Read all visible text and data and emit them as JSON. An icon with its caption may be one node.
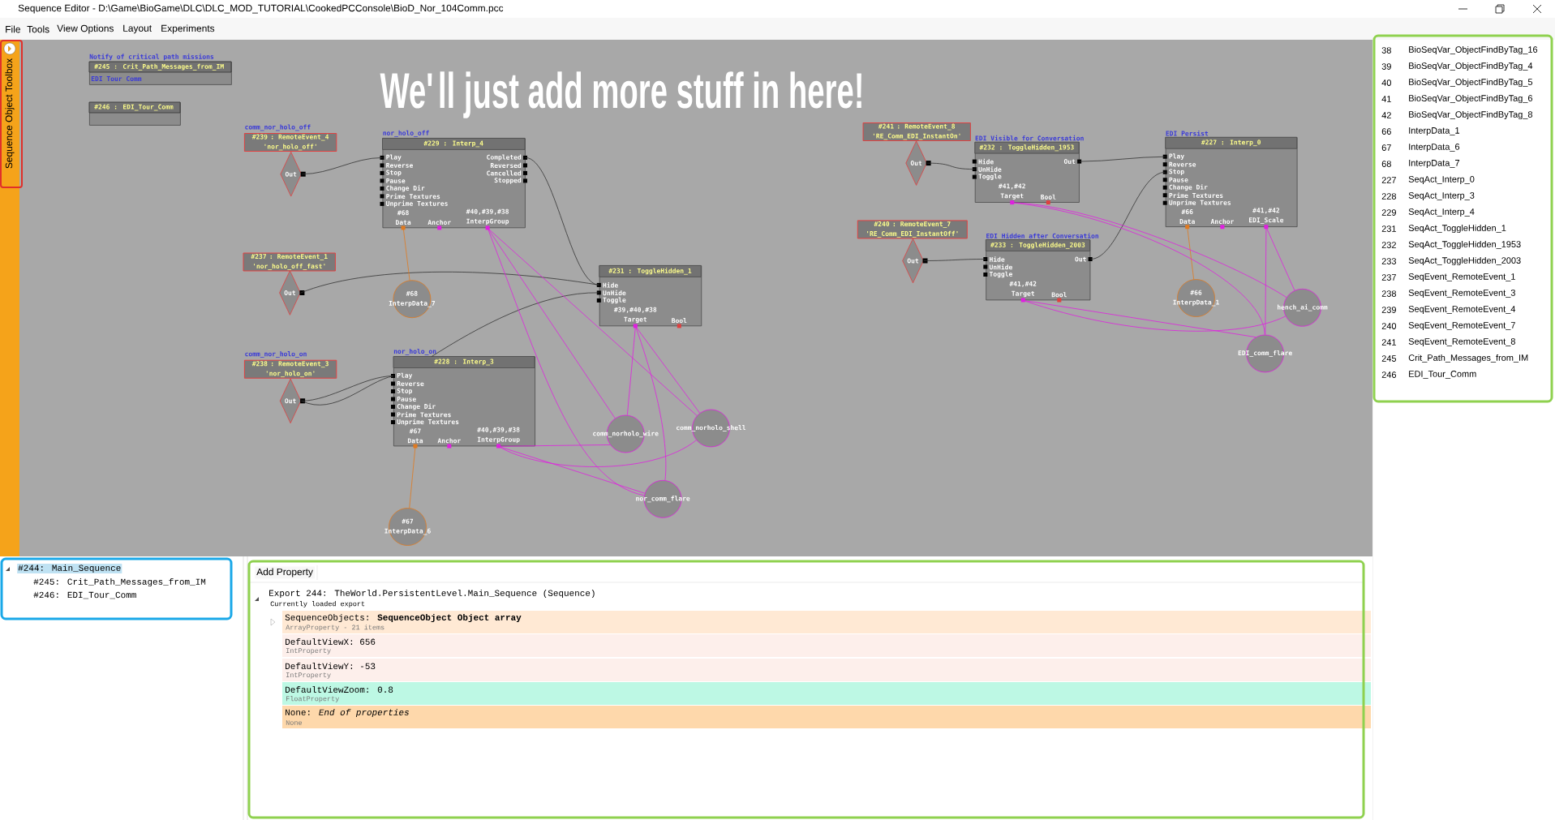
{
  "diagram": {
    "title": "Sequence Editor - D:\\Game\\BioGame\\DLC\\DLC_MOD_TUTORIAL\\CookedPCConsole\\BioD_Nor_104Comm.pcc",
    "nodes": [
      {
        "text": [
          "Notify of critical path missions",
          "#245 : Crit_Path_Messages_from_IM",
          "EDI Tour Comm"
        ]
      },
      {
        "text": [
          "#246 : EDI_Tour_Comm"
        ]
      },
      {
        "text": [
          "comm_nor_holo_off",
          "#239 : RemoteEvent_4 'nor_holo_off'"
        ]
      },
      {
        "text": [
          "Out"
        ]
      },
      {
        "text": [
          "nor_holo_off",
          "#229 : Interp_4",
          "Play",
          "Reverse",
          "Stop",
          "Pause",
          "Change Dir",
          "Prime Textures",
          "Unprime Textures",
          "Completed",
          "Reversed",
          "Cancelled",
          "Stopped",
          "#68 Data",
          "Anchor",
          "#40,#39,#38 InterpGroup"
        ]
      },
      {
        "text": [
          "#237 : RemoteEvent_1 'nor_holo_off_fast'"
        ]
      },
      {
        "text": [
          "Out"
        ]
      },
      {
        "text": [
          "#68 InterpData_7"
        ]
      },
      {
        "text": [
          "#231 : ToggleHidden_1",
          "Hide",
          "UnHide",
          "Toggle",
          "#39,#40,#38 Target",
          "Bool"
        ]
      },
      {
        "text": [
          "comm_nor_holo_on",
          "#238 : RemoteEvent_3 'nor_holo_on'"
        ]
      },
      {
        "text": [
          "Out"
        ]
      },
      {
        "text": [
          "nor_holo_on",
          "#228 : Interp_3",
          "Play",
          "Reverse",
          "Stop",
          "Pause",
          "Change Dir",
          "Prime Textures",
          "Unprime Textures",
          "#67 Data",
          "Anchor",
          "#40,#39,#38 InterpGroup"
        ]
      },
      {
        "text": [
          "comm_norholo_wire"
        ]
      },
      {
        "text": [
          "comm_norholo_shell"
        ]
      },
      {
        "text": [
          "#67 InterpData_6"
        ]
      },
      {
        "text": [
          "nor_comm_flare"
        ]
      },
      {
        "text": [
          "#241 : RemoteEvent_8 'RE_Comm_EDI_InstantOn'"
        ]
      },
      {
        "text": [
          "Out"
        ]
      },
      {
        "text": [
          "EDI Visible for Conversation",
          "#232 : ToggleHidden_1953",
          "Hide",
          "UnHide",
          "Toggle",
          "Out",
          "#41,#42 Target",
          "Bool"
        ]
      },
      {
        "text": [
          "EDI Persist",
          "#227 : Interp_0",
          "Play",
          "Reverse",
          "Stop",
          "Pause",
          "Change Dir",
          "Prime Textures",
          "Unprime Textures",
          "#66 Data",
          "Anchor",
          "#41,#42 EDI_Scale"
        ]
      },
      {
        "text": [
          "#240 : RemoteEvent_7 'RE_Comm_EDI_InstantOff'"
        ]
      },
      {
        "text": [
          "Out"
        ]
      },
      {
        "text": [
          "EDI Hidden after Conversation",
          "#233 : ToggleHidden_2003",
          "Hide",
          "UnHide",
          "Toggle",
          "Out",
          "#41,#42 Target",
          "Bool"
        ]
      },
      {
        "text": [
          "#66 InterpData_1"
        ]
      },
      {
        "text": [
          "hench_ai_comm"
        ]
      },
      {
        "text": [
          "EDI_comm_flare"
        ]
      }
    ],
    "edges": [
      {
        "from": 3,
        "to": 4,
        "arrow": "none",
        "color": "#333333"
      },
      {
        "from": 4,
        "to": 8,
        "arrow": "none",
        "color": "#333333"
      },
      {
        "from": 6,
        "to": 8,
        "arrow": "none",
        "color": "#333333"
      },
      {
        "from": 10,
        "to": 11,
        "arrow": "none",
        "color": "#333333"
      },
      {
        "from": 10,
        "to": 11,
        "arrow": "none",
        "color": "#333333"
      },
      {
        "from": 11,
        "to": 8,
        "arrow": "none",
        "color": "#333333"
      },
      {
        "from": 4,
        "to": 7,
        "arrow": "none",
        "color": "#e07a20"
      },
      {
        "from": 11,
        "to": 14,
        "arrow": "none",
        "color": "#e07a20"
      },
      {
        "from": 4,
        "to": 12,
        "arrow": "none"
      },
      {
        "from": 4,
        "to": 15,
        "arrow": "none"
      },
      {
        "from": 4,
        "to": 13,
        "arrow": "none"
      },
      {
        "from": 8,
        "to": 12,
        "arrow": "none"
      },
      {
        "from": 8,
        "to": 15,
        "arrow": "none"
      },
      {
        "from": 8,
        "to": 13,
        "arrow": "none"
      },
      {
        "from": 11,
        "to": 12,
        "arrow": "none"
      },
      {
        "from": 11,
        "to": 15,
        "arrow": "none"
      },
      {
        "from": 11,
        "to": 13,
        "arrow": "none"
      },
      {
        "from": 17,
        "to": 18,
        "arrow": "none",
        "color": "#333333"
      },
      {
        "from": 21,
        "to": 22,
        "arrow": "none",
        "color": "#333333"
      },
      {
        "from": 18,
        "to": 19,
        "arrow": "none",
        "color": "#333333"
      },
      {
        "from": 22,
        "to": 19,
        "arrow": "none",
        "color": "#333333"
      },
      {
        "from": 19,
        "to": 23,
        "arrow": "none",
        "color": "#e07a20"
      },
      {
        "from": 19,
        "to": 24,
        "arrow": "none"
      },
      {
        "from": 19,
        "to": 25,
        "arrow": "none"
      },
      {
        "from": 18,
        "to": 24,
        "arrow": "none"
      },
      {
        "from": 18,
        "to": 25,
        "arrow": "none"
      },
      {
        "from": 22,
        "to": 24,
        "arrow": "none"
      },
      {
        "from": 22,
        "to": 25,
        "arrow": "none"
      }
    ],
    "labels": [
      "File",
      "Tools",
      "View Options",
      "Layout",
      "Experiments",
      "Sequence Object Toolbox",
      "We'll just add more stuff in here!",
      "38",
      "BioSeqVar_ObjectFindByTag_16",
      "39",
      "BioSeqVar_ObjectFindByTag_4",
      "40",
      "BioSeqVar_ObjectFindByTag_5",
      "41",
      "BioSeqVar_ObjectFindByTag_6",
      "42",
      "BioSeqVar_ObjectFindByTag_8",
      "66",
      "InterpData_1",
      "67",
      "InterpData_6",
      "68",
      "InterpData_7",
      "227",
      "SeqAct_Interp_0",
      "228",
      "SeqAct_Interp_3",
      "229",
      "SeqAct_Interp_4",
      "231",
      "SeqAct_ToggleHidden_1",
      "232",
      "SeqAct_ToggleHidden_1953",
      "233",
      "SeqAct_ToggleHidden_2003",
      "237",
      "SeqEvent_RemoteEvent_1",
      "238",
      "SeqEvent_RemoteEvent_3",
      "239",
      "SeqEvent_RemoteEvent_4",
      "240",
      "SeqEvent_RemoteEvent_7",
      "241",
      "SeqEvent_RemoteEvent_8",
      "245",
      "Crit_Path_Messages_from_IM",
      "246",
      "EDI_Tour_Comm",
      "#244: Main_Sequence",
      "#245: Crit_Path_Messages_from_IM",
      "#246: EDI_Tour_Comm",
      "Add Property",
      "Export 244: TheWorld.PersistentLevel.Main_Sequence (Sequence)",
      "Currently loaded export",
      "SequenceObjects: **SequenceObject Object array**",
      "ArrayProperty - 21 items",
      "DefaultViewX: 656",
      "IntProperty",
      "DefaultViewY: -53",
      "IntProperty",
      "DefaultViewZoom: 0.8",
      "FloatProperty",
      "None: *End of properties*",
      "None"
    ]
  }
}
